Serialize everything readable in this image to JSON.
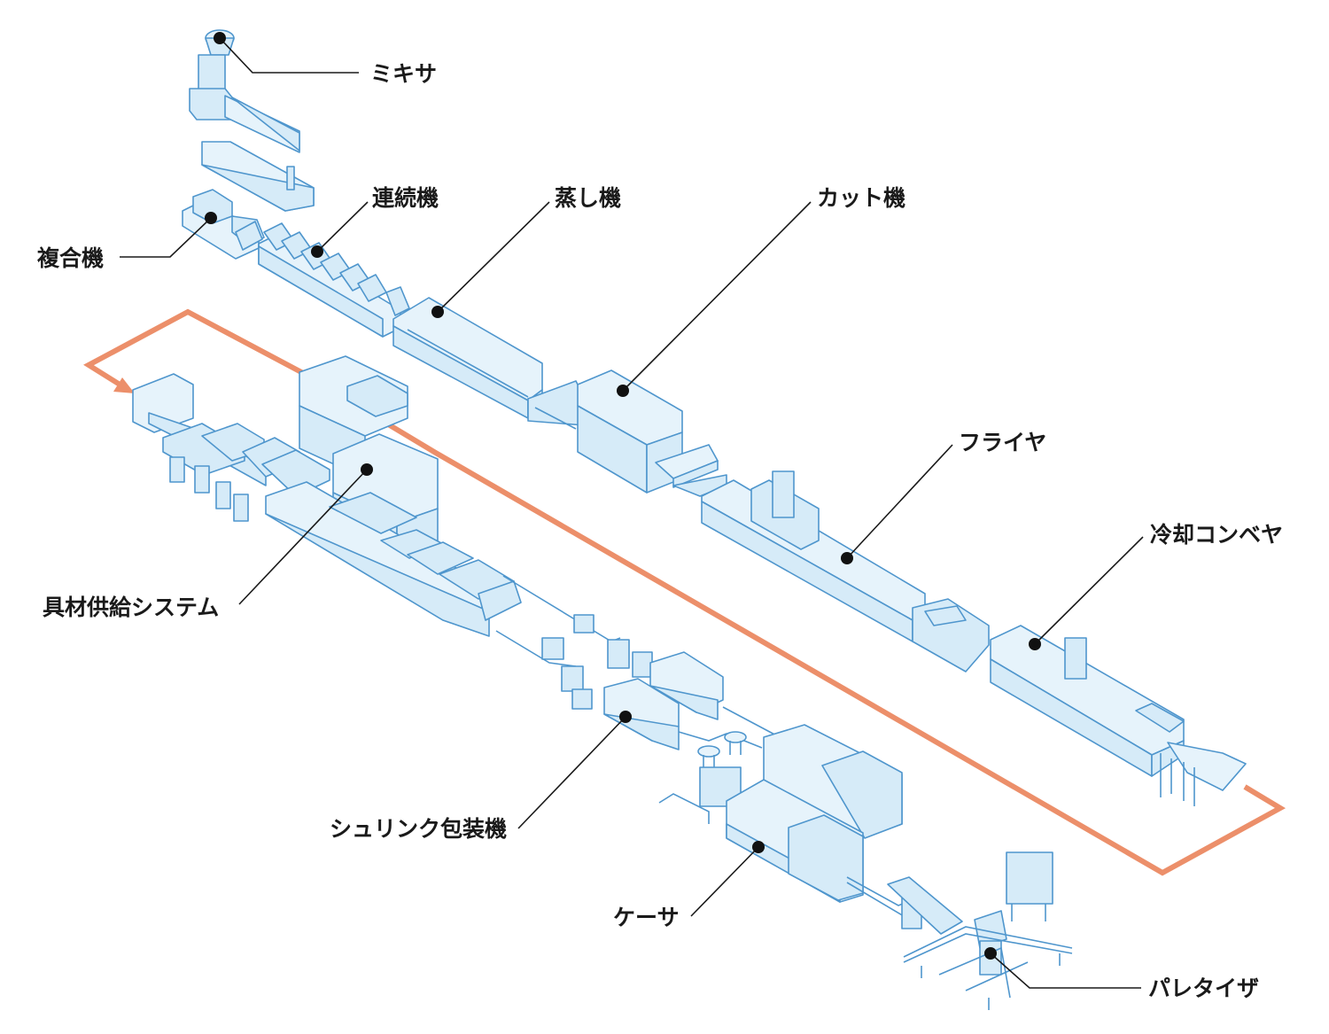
{
  "diagram": {
    "type": "production-line-layout",
    "colors": {
      "machine_fill": "#d6ebf8",
      "machine_stroke": "#4f96cd",
      "flow_arrow": "#ec8f6a",
      "leader": "#1a1a1a"
    },
    "labels": {
      "mixer": "ミキサ",
      "compound": "複合機",
      "continuous": "連続機",
      "steamer": "蒸し機",
      "cutter": "カット機",
      "fryer": "フライヤ",
      "cooling": "冷却コンベヤ",
      "ingredient": "具材供給システム",
      "shrink": "シュリンク包装機",
      "caser": "ケーサ",
      "palletizer": "パレタイザ"
    }
  }
}
